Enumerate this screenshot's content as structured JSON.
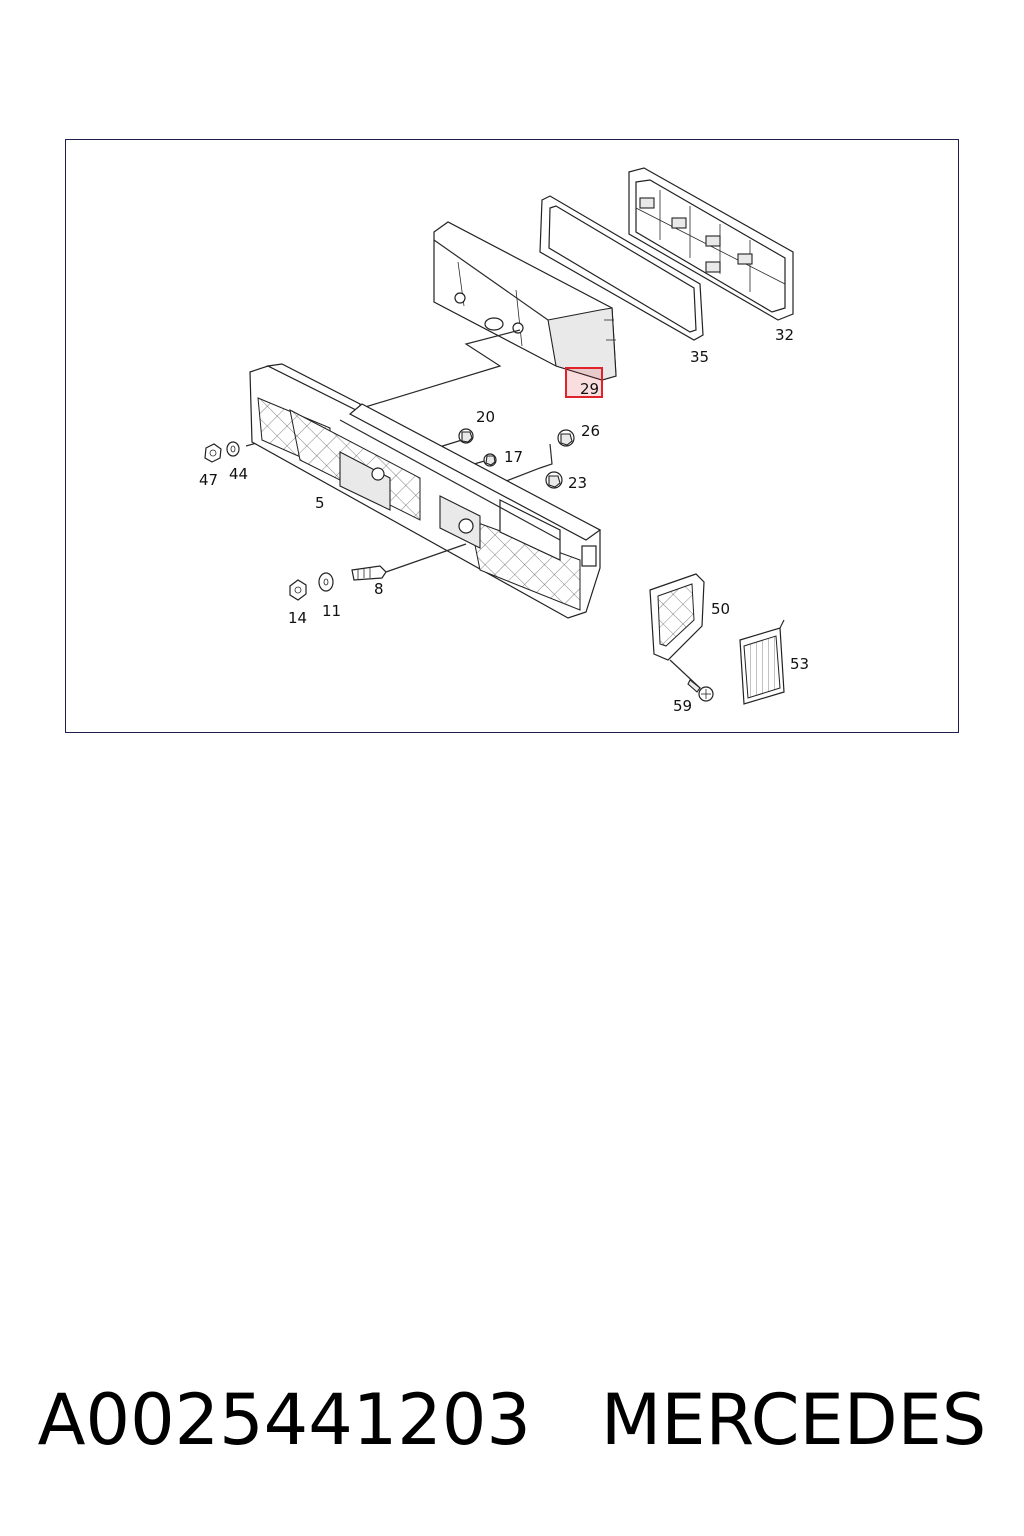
{
  "diagram": {
    "highlight_color": "#e0222a",
    "highlighted_part": "29",
    "callouts": {
      "c32": "32",
      "c35": "35",
      "c29": "29",
      "c20": "20",
      "c26": "26",
      "c17": "17",
      "c23": "23",
      "c47": "47",
      "c44": "44",
      "c5": "5",
      "c8": "8",
      "c14": "14",
      "c11": "11",
      "c50": "50",
      "c53": "53",
      "c59": "59"
    }
  },
  "footer": {
    "part_number": "A0025441203",
    "brand": "MERCEDES"
  }
}
